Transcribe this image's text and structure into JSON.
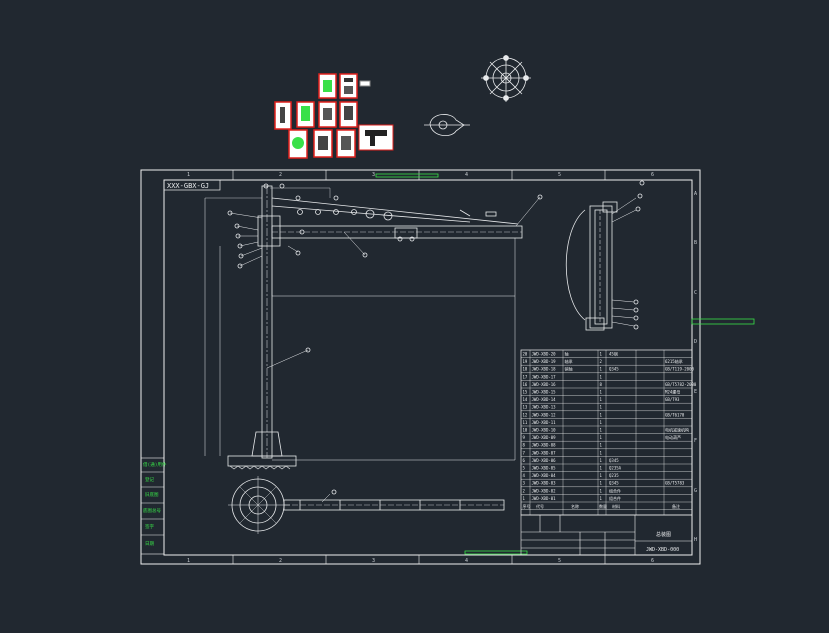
{
  "drawing": {
    "title_tag": "XXX-GBX-GJ",
    "drawing_number": "JWD-XBD-000",
    "assembly_label": "总装图",
    "zone_columns": [
      "1",
      "2",
      "3",
      "4",
      "5",
      "6"
    ],
    "zone_rows": [
      "A",
      "B",
      "C",
      "D",
      "E",
      "F",
      "G",
      "H"
    ]
  },
  "bom": {
    "rows": [
      {
        "no": "20",
        "code": "JWD-XBD-20",
        "name": "轴",
        "qty": "1",
        "mat": "45钢",
        "note": ""
      },
      {
        "no": "19",
        "code": "JWD-XBD-19",
        "name": "轴承",
        "qty": "2",
        "mat": "",
        "note": "6215轴承"
      },
      {
        "no": "18",
        "code": "JWD-XBD-18",
        "name": "销轴",
        "qty": "1",
        "mat": "Q345",
        "note": "GB/T119-2000"
      },
      {
        "no": "17",
        "code": "JWD-XBD-17",
        "name": "",
        "qty": "1",
        "mat": "",
        "note": ""
      },
      {
        "no": "16",
        "code": "JWD-XBD-16",
        "name": "",
        "qty": "8",
        "mat": "",
        "note": "GB/T5782-2000"
      },
      {
        "no": "15",
        "code": "JWD-XBD-15",
        "name": "",
        "qty": "1",
        "mat": "",
        "note": "M24螺母"
      },
      {
        "no": "14",
        "code": "JWD-XBD-14",
        "name": "",
        "qty": "1",
        "mat": "",
        "note": "GB/T93"
      },
      {
        "no": "13",
        "code": "JWD-XBD-13",
        "name": "",
        "qty": "1",
        "mat": "",
        "note": ""
      },
      {
        "no": "12",
        "code": "JWD-XBD-12",
        "name": "",
        "qty": "1",
        "mat": "",
        "note": "GB/T6170"
      },
      {
        "no": "11",
        "code": "JWD-XBD-11",
        "name": "",
        "qty": "1",
        "mat": "",
        "note": ""
      },
      {
        "no": "10",
        "code": "JWD-XBD-10",
        "name": "",
        "qty": "1",
        "mat": "",
        "note": "电机减速机构"
      },
      {
        "no": "9",
        "code": "JWD-XBD-09",
        "name": "",
        "qty": "1",
        "mat": "",
        "note": "电动葫芦"
      },
      {
        "no": "8",
        "code": "JWD-XBD-08",
        "name": "",
        "qty": "1",
        "mat": "",
        "note": ""
      },
      {
        "no": "7",
        "code": "JWD-XBD-07",
        "name": "",
        "qty": "1",
        "mat": "",
        "note": ""
      },
      {
        "no": "6",
        "code": "JWD-XBD-06",
        "name": "",
        "qty": "1",
        "mat": "Q345",
        "note": ""
      },
      {
        "no": "5",
        "code": "JWD-XBD-05",
        "name": "",
        "qty": "1",
        "mat": "Q235A",
        "note": ""
      },
      {
        "no": "4",
        "code": "JWD-XBD-04",
        "name": "",
        "qty": "1",
        "mat": "Q235",
        "note": ""
      },
      {
        "no": "3",
        "code": "JWD-XBD-03",
        "name": "",
        "qty": "1",
        "mat": "Q345",
        "note": "GB/T5783"
      },
      {
        "no": "2",
        "code": "JWD-XBD-02",
        "name": "",
        "qty": "1",
        "mat": "组合件",
        "note": ""
      },
      {
        "no": "1",
        "code": "JWD-XBD-01",
        "name": "",
        "qty": "1",
        "mat": "组合件",
        "note": ""
      }
    ],
    "header": [
      "序号",
      "代号",
      "名称",
      "数量",
      "材料",
      "备注"
    ]
  },
  "left_strip": [
    "借(通)用件",
    "登记",
    "旧底图",
    "底图总号",
    "签字",
    "日期"
  ],
  "colors": {
    "background": "#212830",
    "line": "#e8eaec",
    "accent_green": "#38e048",
    "accent_red": "#e0201c",
    "frame": "#f0f0f0"
  }
}
